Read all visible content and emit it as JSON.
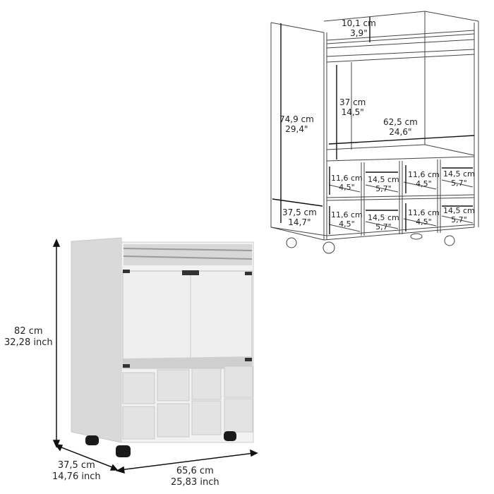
{
  "technical_drawing": {
    "top_shelf_height": {
      "cm": "10,1 cm",
      "inch": "3,9\""
    },
    "overall_inner_height": {
      "cm": "74,9 cm",
      "inch": "29,4\""
    },
    "glass_compartment_height": {
      "cm": "37 cm",
      "inch": "14,5\""
    },
    "inner_width": {
      "cm": "62,5 cm",
      "inch": "24,6\""
    },
    "depth": {
      "cm": "37,5 cm",
      "inch": "14,7\""
    },
    "cubby_height": {
      "cm": "11,6 cm",
      "inch": "4,5\""
    },
    "cubby_width": {
      "cm": "14,5 cm",
      "inch": "5,7\""
    }
  },
  "product_render": {
    "height": {
      "cm": "82 cm",
      "inch": "32,28 inch"
    },
    "depth": {
      "cm": "37,5 cm",
      "inch": "14,76 inch"
    },
    "width": {
      "cm": "65,6 cm",
      "inch": "25,83 inch"
    }
  },
  "colors": {
    "line": "#333333",
    "panel": "#e8e8e8",
    "side": "#d9d9d9",
    "glass": "#ededed",
    "caster": "#1a1a1a"
  }
}
